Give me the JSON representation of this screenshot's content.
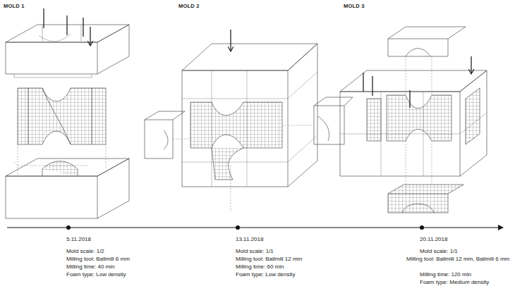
{
  "diagram": {
    "labels": [
      "MOLD 1",
      "MOLD 2",
      "MOLD 3",
      "5.11.2018",
      "Mold scale: 1/2",
      "Milling tool: Ballmill 6 mm",
      "Milling time: 40 min",
      "Foam type: Low density",
      "13.11.2018",
      "Mold scale: 1/1",
      "Milling tool: Ballmill 12 mm",
      "Milling time: 60 min",
      "Foam type: Low density",
      "20.11.2018",
      "Mold scale: 1/1",
      "Milling tool: Ballmill 12 mm, Ballmill 6 mm",
      "Milling time: 120 min",
      "Foam type: Medium density"
    ]
  }
}
